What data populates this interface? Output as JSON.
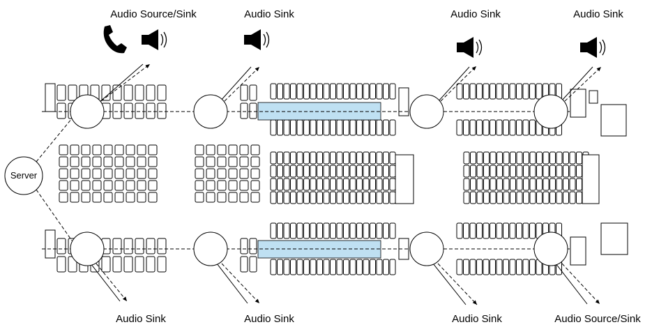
{
  "diagram": {
    "server": {
      "label": "Server"
    },
    "labels": {
      "top": [
        "Audio Source/Sink",
        "Audio Sink",
        "Audio Sink",
        "Audio Sink"
      ],
      "bottom": [
        "Audio Sink",
        "Audio Sink",
        "Audio Sink",
        "Audio Source/Sink"
      ]
    },
    "nodes": {
      "top": [
        {
          "role": "Audio Source/Sink",
          "icons": [
            "phone-icon",
            "speaker-icon"
          ]
        },
        {
          "role": "Audio Sink",
          "icons": [
            "speaker-icon"
          ]
        },
        {
          "role": "Audio Sink",
          "icons": [
            "speaker-icon"
          ]
        },
        {
          "role": "Audio Sink",
          "icons": [
            "speaker-icon"
          ]
        }
      ],
      "bottom": [
        {
          "role": "Audio Sink",
          "icons": []
        },
        {
          "role": "Audio Sink",
          "icons": []
        },
        {
          "role": "Audio Sink",
          "icons": []
        },
        {
          "role": "Audio Source/Sink",
          "icons": []
        }
      ]
    },
    "colors": {
      "highlight": "#bfe0f2",
      "line": "#000000",
      "node_fill": "#ffffff"
    }
  }
}
